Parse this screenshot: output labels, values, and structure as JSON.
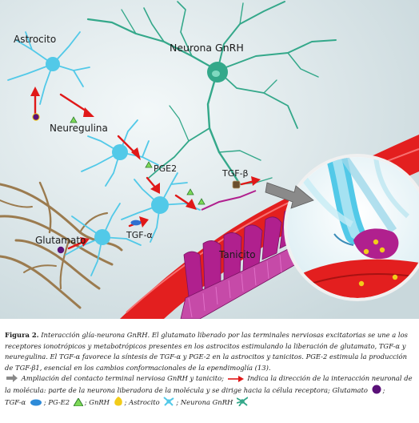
{
  "labels": {
    "astrocito": "Astrocito",
    "neurona": "Neurona GnRH",
    "neuregulina": "Neuregulina",
    "pge2": "PGE2",
    "tgfb": "TGF-β",
    "tgfa": "TGF-α",
    "glutamato": "Glutamato",
    "tanicito": "Tanicito"
  },
  "caption": {
    "fig_num": "Figura 2.",
    "line1": "Interacción glía-neurona GnRH. El glutamato liberado por las terminales nerviosas excitatorias se une a los",
    "line2": "receptores ionotrópicos y metabotrópicos presentes en los astrocitos estimulando la liberación de glutamato, TGF-α y",
    "line3": "neuregulina. El TGF-α favorece la síntesis de TGF-α y PGE-2 en la astrocitos y tanicitos. PGE-2 estimula la producción",
    "line4": "de TGF-β1, esencial en los cambios conformacionales de la ependimoglía (13).",
    "line5a": "Ampliación del contacto terminal nerviosa GnRH y tanicito;",
    "line5b": "Indica la dirección de la interacción neuronal de",
    "line6": "la molécula: parte de la neurona liberadora de la molécula y se dirige hacia la célula receptora;",
    "leg_glutamato": "Glutamato",
    "leg_tgfa": "TGF-α",
    "leg_pge2": "PG-E2",
    "leg_gnrh": "GnRH",
    "leg_astrocito": "Astrocito",
    "leg_neurona": "Neurona GnRH"
  },
  "colors": {
    "background": "#dde8ea",
    "neuron": "#34a88a",
    "astrocyte": "#52c9e8",
    "vessel": "#e31f1f",
    "tanycyte": "#b0208e",
    "fiber": "#9b7b4f",
    "arrow": "#e01818",
    "glutamate": "#5a1178",
    "gnrh": "#f2cc1a"
  },
  "icons": [
    "grey-arrow-icon",
    "red-arrow-icon",
    "glutamate-dot-icon",
    "tgfa-ellipse-icon",
    "pge2-triangle-icon",
    "gnrh-drop-icon",
    "astrocyte-icon",
    "neuron-icon"
  ]
}
